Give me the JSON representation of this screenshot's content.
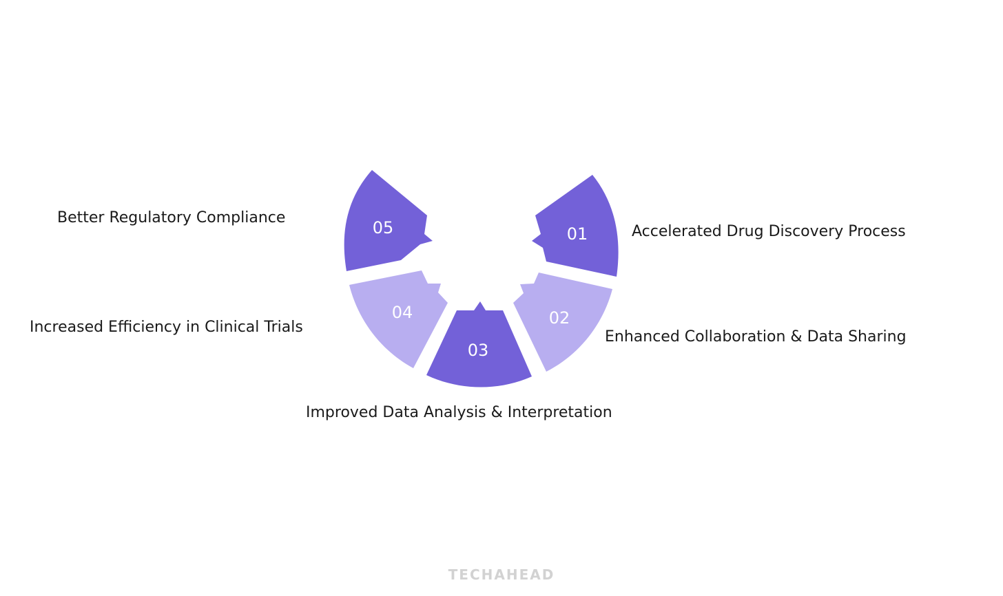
{
  "segments": [
    {
      "number": "01",
      "label": "Accelerated Drug Discovery Process",
      "color": "#7361d8"
    },
    {
      "number": "02",
      "label": "Enhanced Collaboration & Data Sharing",
      "color": "#b8aef0"
    },
    {
      "number": "03",
      "label": "Improved Data Analysis & Interpretation",
      "color": "#7361d8"
    },
    {
      "number": "04",
      "label": "Increased Efficiency in Clinical Trials",
      "color": "#b8aef0"
    },
    {
      "number": "05",
      "label": "Better Regulatory Compliance",
      "color": "#7361d8"
    }
  ],
  "logo": "TECHAHEAD"
}
